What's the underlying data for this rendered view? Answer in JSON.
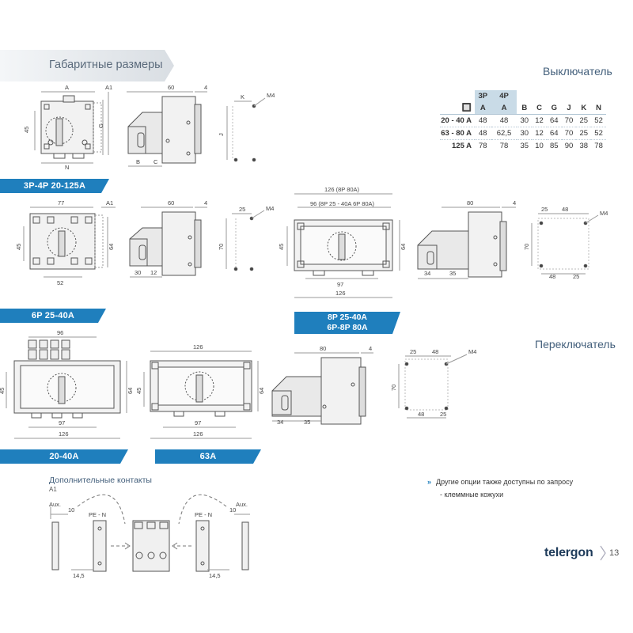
{
  "header": {
    "title": "Габаритные размеры"
  },
  "switch_section": {
    "title": "Выключатель"
  },
  "changeover_section": {
    "title": "Переключатель"
  },
  "dimension_table": {
    "head_top": [
      "3P",
      "4P"
    ],
    "head_cols": [
      "A",
      "A",
      "B",
      "C",
      "G",
      "J",
      "K",
      "N"
    ],
    "rows": [
      {
        "label": "20 - 40 A",
        "values": [
          "48",
          "48",
          "30",
          "12",
          "64",
          "70",
          "25",
          "52"
        ]
      },
      {
        "label": "63 - 80 A",
        "values": [
          "48",
          "62,5",
          "30",
          "12",
          "64",
          "70",
          "25",
          "52"
        ]
      },
      {
        "label": "125 A",
        "values": [
          "78",
          "78",
          "35",
          "10",
          "85",
          "90",
          "38",
          "78"
        ]
      }
    ]
  },
  "banners": {
    "b1": "3P-4P  20-125A",
    "b2": "6P  25-40A",
    "b3_line1": "8P  25-40A",
    "b3_line2": "6P-8P  80A",
    "b4": "20-40A",
    "b5": "63A"
  },
  "aux": {
    "title": "Дополнительные контакты",
    "sub": "A1"
  },
  "notes": {
    "line1": "Другие опции также доступны по запросу",
    "line2": "- клеммные кожухи",
    "arrow": "»"
  },
  "footer": {
    "logo": "telergon",
    "page": "13"
  },
  "dims": {
    "A": "A",
    "A1": "A1",
    "G": "G",
    "N": "N",
    "B": "B",
    "C": "C",
    "K": "K",
    "J": "J",
    "M4": "M4",
    "d45": "45",
    "d60": "60",
    "d4": "4",
    "d77": "77",
    "d64": "64",
    "d52": "52",
    "d30": "30",
    "d12": "12",
    "d25": "25",
    "d70": "70",
    "d126_8p": "126 (8P 80A)",
    "d96_8p": "96 (8P 25 - 40A 6P 80A)",
    "d97": "97",
    "d126": "126",
    "d80": "80",
    "d34": "34",
    "d35": "35",
    "d48": "48",
    "d96": "96",
    "aux": "Aux.",
    "d10": "10",
    "pen": "PE - N",
    "d14_5": "14,5"
  }
}
